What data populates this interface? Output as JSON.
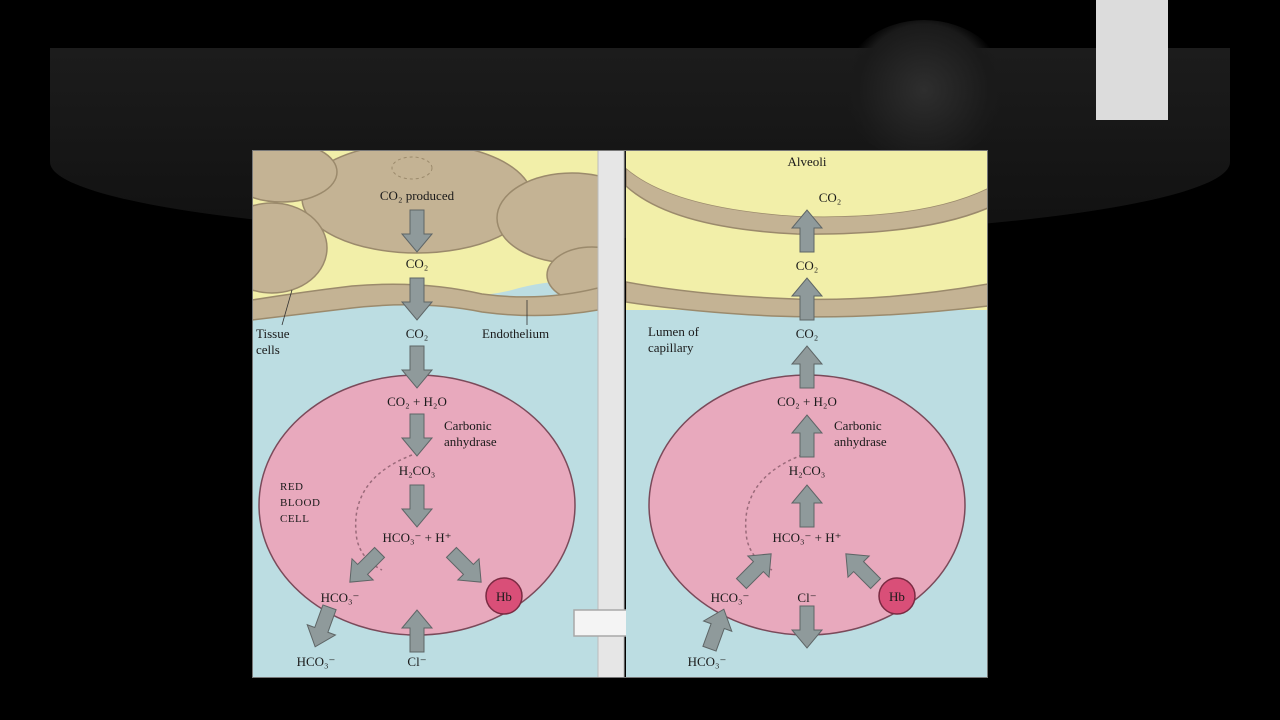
{
  "left_panel": {
    "co2_produced": "CO₂ produced",
    "co2_tissue": "CO₂",
    "co2_lumen": "CO₂",
    "tissue_cells": [
      "Tissue",
      "cells"
    ],
    "endothelium": "Endothelium",
    "reaction1": "CO₂ + H₂O",
    "enzyme": [
      "Carbonic",
      "anhydrase"
    ],
    "h2co3": "H₂CO₃",
    "hco3_h": "HCO₃⁻ + H⁺",
    "rbc_label": [
      "RED",
      "BLOOD",
      "CELL"
    ],
    "hco3_inside": "HCO₃⁻",
    "hb": "Hb",
    "hco3_out": "HCO₃⁻",
    "cl_in": "Cl⁻"
  },
  "right_panel": {
    "alveoli": "Alveoli",
    "co2_alveoli": "CO₂",
    "co2_tissue": "CO₂",
    "lumen": [
      "Lumen of",
      "capillary"
    ],
    "co2_lumen": "CO₂",
    "reaction1": "CO₂ + H₂O",
    "enzyme": [
      "Carbonic",
      "anhydrase"
    ],
    "h2co3": "H₂CO₃",
    "hco3_h": "HCO₃⁻ + H⁺",
    "hco3_inside": "HCO₃⁻",
    "cl_inside": "Cl⁻",
    "hb": "Hb",
    "hco3_out": "HCO₃⁻"
  },
  "colors": {
    "plasma": "#bcdde2",
    "tissue": "#f2efa9",
    "cell": "#c4b394",
    "rbc": "#e8a9bd",
    "hb": "#d94f78",
    "arrow": "#8f9a9b"
  }
}
